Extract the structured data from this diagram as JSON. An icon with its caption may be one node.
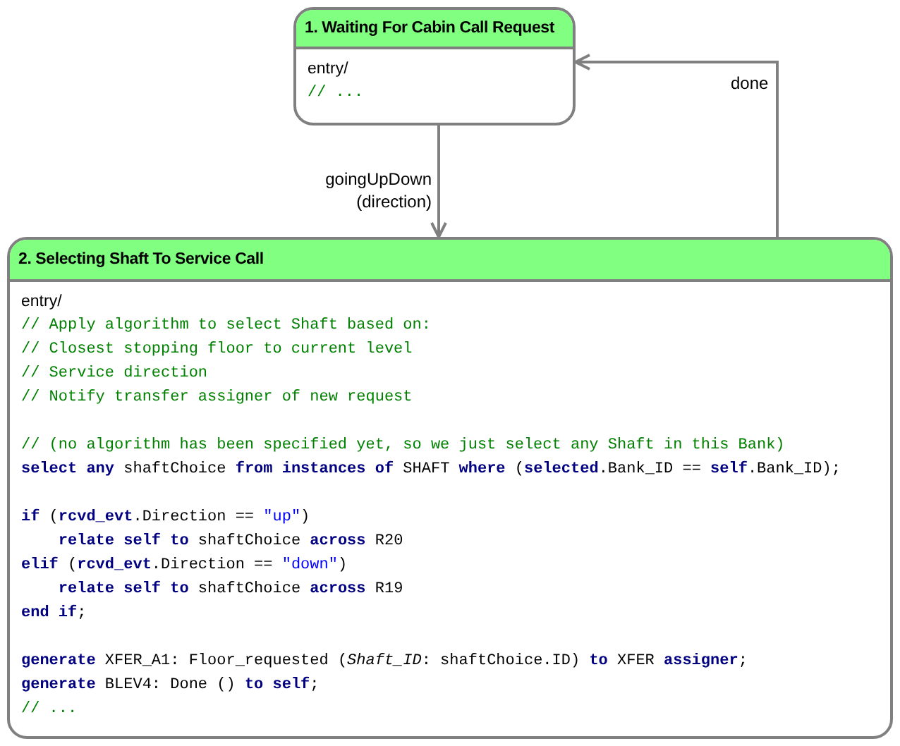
{
  "diagram": {
    "nodes": [
      {
        "text": [
          "1. Waiting For Cabin Call Request",
          "entry/",
          "// ..."
        ]
      },
      {
        "text": [
          "2. Selecting Shaft To Service Call",
          "entry/",
          "// Apply algorithm to select Shaft based on:",
          "// Closest stopping floor to current level",
          "// Service direction",
          "// Notify transfer assigner of new request",
          "// (no algorithm has been specified yet, so we just select any Shaft in this Bank)",
          "**select any** shaftChoice **from instances of** SHAFT **where** (**selected**.Bank_ID == **self**.Bank_ID);",
          "**if** (**rcvd_evt**.Direction == \"up\")",
          "    **relate self to** shaftChoice **across** R20",
          "**elif** (**rcvd_evt**.Direction == \"down\")",
          "    **relate self to** shaftChoice **across** R19",
          "**end if**;",
          "**generate** XFER_A1: Floor_requested (*Shaft_ID*: shaftChoice.ID) **to** XFER **assigner**;",
          "**generate** BLEV4: Done () **to self**;",
          "// ..."
        ]
      }
    ],
    "edges": [
      {
        "from": 0,
        "to": 1,
        "arrow": "to",
        "label": "goingUpDown (direction)"
      },
      {
        "from": 1,
        "to": 0,
        "arrow": "to",
        "label": "done"
      }
    ]
  }
}
